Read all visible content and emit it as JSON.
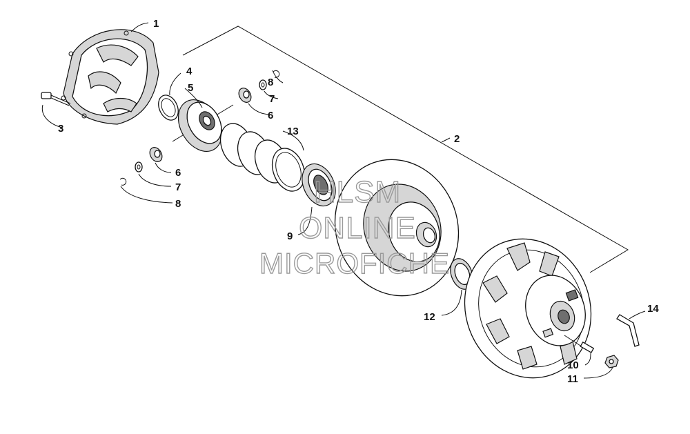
{
  "diagram": {
    "callouts": [
      "1",
      "2",
      "3",
      "4",
      "5",
      "6",
      "7",
      "8",
      "6",
      "7",
      "8",
      "9",
      "10",
      "11",
      "12",
      "13",
      "14"
    ]
  },
  "watermark": {
    "line1": "HLSM",
    "line2": "ONLINE",
    "line3": "MICROFICHE"
  },
  "colors": {
    "ink": "#111111",
    "watermark": "#9a9a9a",
    "shade": "#d6d6d6"
  }
}
